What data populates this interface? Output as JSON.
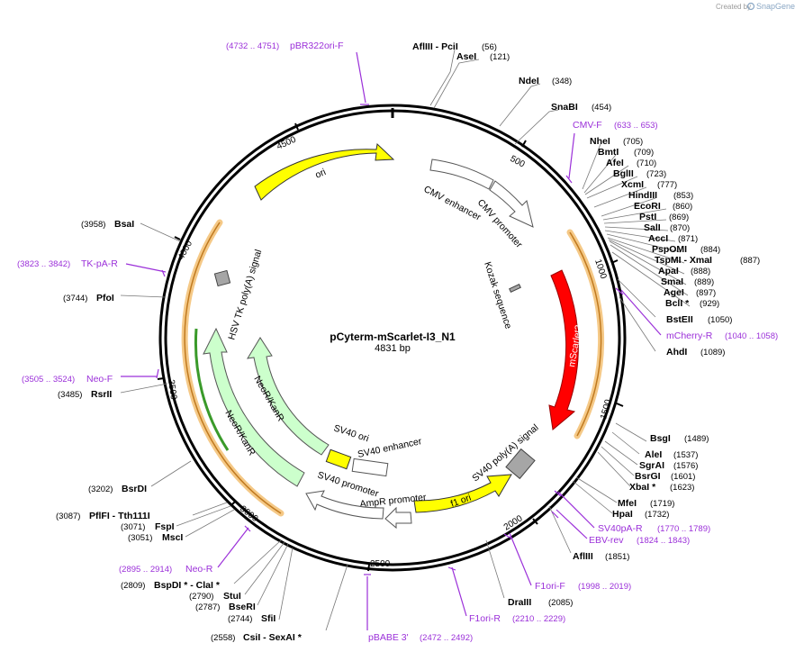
{
  "credit": {
    "prefix": "Created by",
    "brand": "SnapGene"
  },
  "plasmid": {
    "name": "pCyterm-mScarlet-I3_N1",
    "length": "4831 bp"
  },
  "ticks": [
    "500",
    "1000",
    "1500",
    "2000",
    "2500",
    "3000",
    "3500",
    "4000",
    "4500"
  ],
  "features": {
    "ori_top": "ori",
    "cmv_enhancer": "CMV enhancer",
    "cmv_promoter": "CMV promoter",
    "kozak": "Kozak sequence",
    "mscarlet": "mScarlet3",
    "sv40_polya": "SV40 poly(A) signal",
    "f1_ori": "f1 ori",
    "ampr_promoter": "AmpR promoter",
    "sv40_promoter_1": "SV40 promoter",
    "sv40_ori": "SV40 ori",
    "sv40_enhancer": "SV40 enhancer",
    "sv40_promoter_2": "SV40 promoter",
    "neor_inner": "NeoR/KanR",
    "neor_outer": "NeoR/KanR",
    "hsv_tk": "HSV TK poly(A) signal"
  },
  "right_sites": [
    {
      "name": "NheI",
      "pos": "(705)"
    },
    {
      "name": "BmtI",
      "pos": "(709)"
    },
    {
      "name": "AfeI",
      "pos": "(710)"
    },
    {
      "name": "BglII",
      "pos": "(723)"
    },
    {
      "name": "XcmI",
      "pos": "(777)"
    },
    {
      "name": "HindIII",
      "pos": "(853)"
    },
    {
      "name": "EcoRI",
      "pos": "(860)"
    },
    {
      "name": "PstI",
      "pos": "(869)"
    },
    {
      "name": "SalI",
      "pos": "(870)"
    },
    {
      "name": "AccI",
      "pos": "(871)"
    },
    {
      "name": "PspOMI",
      "pos": "(884)"
    },
    {
      "name": "TspMI  -  XmaI",
      "pos": "(887)"
    },
    {
      "name": "ApaI",
      "pos": "(888)"
    },
    {
      "name": "SmaI",
      "pos": "(889)"
    },
    {
      "name": "AgeI",
      "pos": "(897)"
    },
    {
      "name": "BclI *",
      "pos": "(929)"
    }
  ],
  "sites_misc": {
    "afliii": {
      "name": "AflIII  -  PciI",
      "pos": "(56)"
    },
    "asei": {
      "name": "AseI",
      "pos": "(121)"
    },
    "ndei": {
      "name": "NdeI",
      "pos": "(348)"
    },
    "snabi": {
      "name": "SnaBI",
      "pos": "(454)"
    },
    "bsteii": {
      "name": "BstEII",
      "pos": "(1050)"
    },
    "ahdi": {
      "name": "AhdI",
      "pos": "(1089)"
    },
    "bsgi": {
      "name": "BsgI",
      "pos": "(1489)"
    },
    "alei": {
      "name": "AleI",
      "pos": "(1537)"
    },
    "sgrai": {
      "name": "SgrAI",
      "pos": "(1576)"
    },
    "bsrgi": {
      "name": "BsrGI",
      "pos": "(1601)"
    },
    "xbai": {
      "name": "XbaI *",
      "pos": "(1623)"
    },
    "mfei": {
      "name": "MfeI",
      "pos": "(1719)"
    },
    "hpai": {
      "name": "HpaI",
      "pos": "(1732)"
    },
    "afliii2": {
      "name": "AflIII",
      "pos": "(1851)"
    },
    "draiii": {
      "name": "DraIII",
      "pos": "(2085)"
    },
    "csi": {
      "name": "CsiI  -  SexAI *",
      "pos": "(2558)"
    },
    "sfii": {
      "name": "SfiI",
      "pos": "(2744)"
    },
    "bseri": {
      "name": "BseRI",
      "pos": "(2787)"
    },
    "stui": {
      "name": "StuI",
      "pos": "(2790)"
    },
    "bspdi": {
      "name": "BspDI *  -  ClaI *",
      "pos": "(2809)"
    },
    "msci": {
      "name": "MscI",
      "pos": "(3051)"
    },
    "fspi": {
      "name": "FspI",
      "pos": "(3071)"
    },
    "pflfi": {
      "name": "PflFI  -  Tth111I",
      "pos": "(3087)"
    },
    "bsrdi": {
      "name": "BsrDI",
      "pos": "(3202)"
    },
    "rsrii": {
      "name": "RsrII",
      "pos": "(3485)"
    },
    "pfoi": {
      "name": "PfoI",
      "pos": "(3744)"
    },
    "bsai": {
      "name": "BsaI",
      "pos": "(3958)"
    }
  },
  "primers": {
    "pbr322": {
      "name": "pBR322ori-F",
      "pos": "(4732 .. 4751)"
    },
    "cmvf": {
      "name": "CMV-F",
      "pos": "(633 .. 653)"
    },
    "mcherry": {
      "name": "mCherry-R",
      "pos": "(1040 .. 1058)"
    },
    "sv40pa": {
      "name": "SV40pA-R",
      "pos": "(1770 .. 1789)"
    },
    "ebv": {
      "name": "EBV-rev",
      "pos": "(1824 .. 1843)"
    },
    "f1orif": {
      "name": "F1ori-F",
      "pos": "(1998 .. 2019)"
    },
    "f1orir": {
      "name": "F1ori-R",
      "pos": "(2210 .. 2229)"
    },
    "pbabe": {
      "name": "pBABE 3'",
      "pos": "(2472 .. 2492)"
    },
    "neor": {
      "name": "Neo-R",
      "pos": "(2895 .. 2914)"
    },
    "neof": {
      "name": "Neo-F",
      "pos": "(3505 .. 3524)"
    },
    "tkpa": {
      "name": "TK-pA-R",
      "pos": "(3823 .. 3842)"
    }
  },
  "colors": {
    "ori": "#ffff00",
    "promoter": "#ffffff",
    "cds": "#ff0000",
    "resistance": "#ccffcc",
    "polya": "#a6a6a6",
    "primer": "#9b30d9",
    "highlight": "#f5c987"
  }
}
